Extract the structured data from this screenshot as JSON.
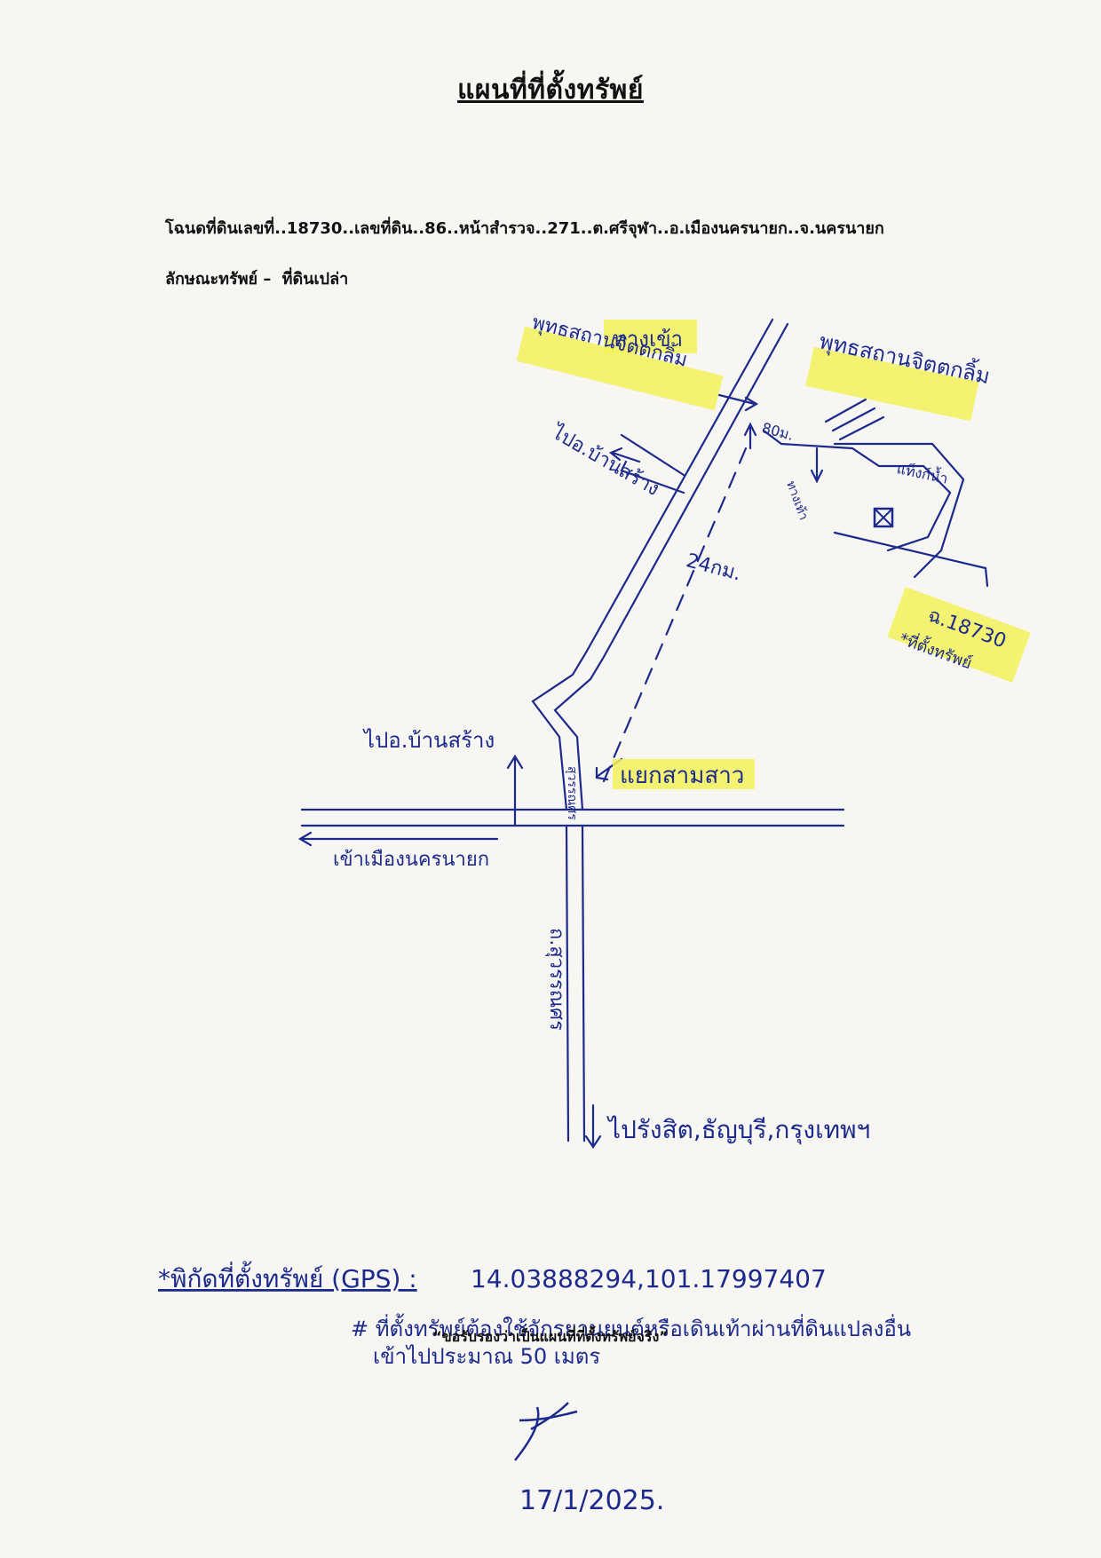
{
  "title": "แผนที่ที่ตั้งทรัพย์",
  "deed_line": "โฉนดที่ดินเลขที่..18730..เลขที่ดิน..86..หน้าสำรวจ..271..ต.ศรีจุฬา..อ.เมืองนครนายก..จ.นครนายก",
  "property": {
    "label": "ลักษณะทรัพย์",
    "dash": "–",
    "value": "ที่ดินเปล่า"
  },
  "map": {
    "labels": {
      "entrance": "ทางเข้า",
      "temple_left": "พุทธสถานจิตตกลิ้ม",
      "temple_right": "พุทธสถานจิตตกลิ้ม",
      "distance_small": "80ม.",
      "walkway": "ทางเท้า",
      "water_tank": "แท็งก์น้ำ",
      "to_ban_sang_top": "ไปอ.บ้านสร้าง",
      "distance_main": "24กม.",
      "plot_no": "ฉ.18730",
      "plot_note": "*ที่ตั้งทรัพย์",
      "to_ban_sang_bottom": "ไปอ.บ้านสร้าง",
      "junction": "แยกสามสาว",
      "to_town": "เข้าเมืองนครนายก",
      "road_name": "ถ.สุวรรณศร",
      "to_bangkok": "ไปรังสิต,ธัญบุรี,กรุงเทพฯ",
      "route_label": "สุวรรณศร"
    }
  },
  "gps": {
    "label": "*พิกัดที่ตั้งทรัพย์ (GPS) :",
    "value": "14.03888294,101.17997407"
  },
  "note_line1": "# ที่ตั้งทรัพย์ต้องใช้จักรยานยนต์หรือเดินเท้าผ่านที่ดินแปลงอื่น",
  "note_line2": "เข้าไปประมาณ 50 เมตร",
  "certify": "“ขอรับรองว่าเป็นแผนที่ที่ตั้งทรัพย์จริง”",
  "date": "17/1/2025."
}
